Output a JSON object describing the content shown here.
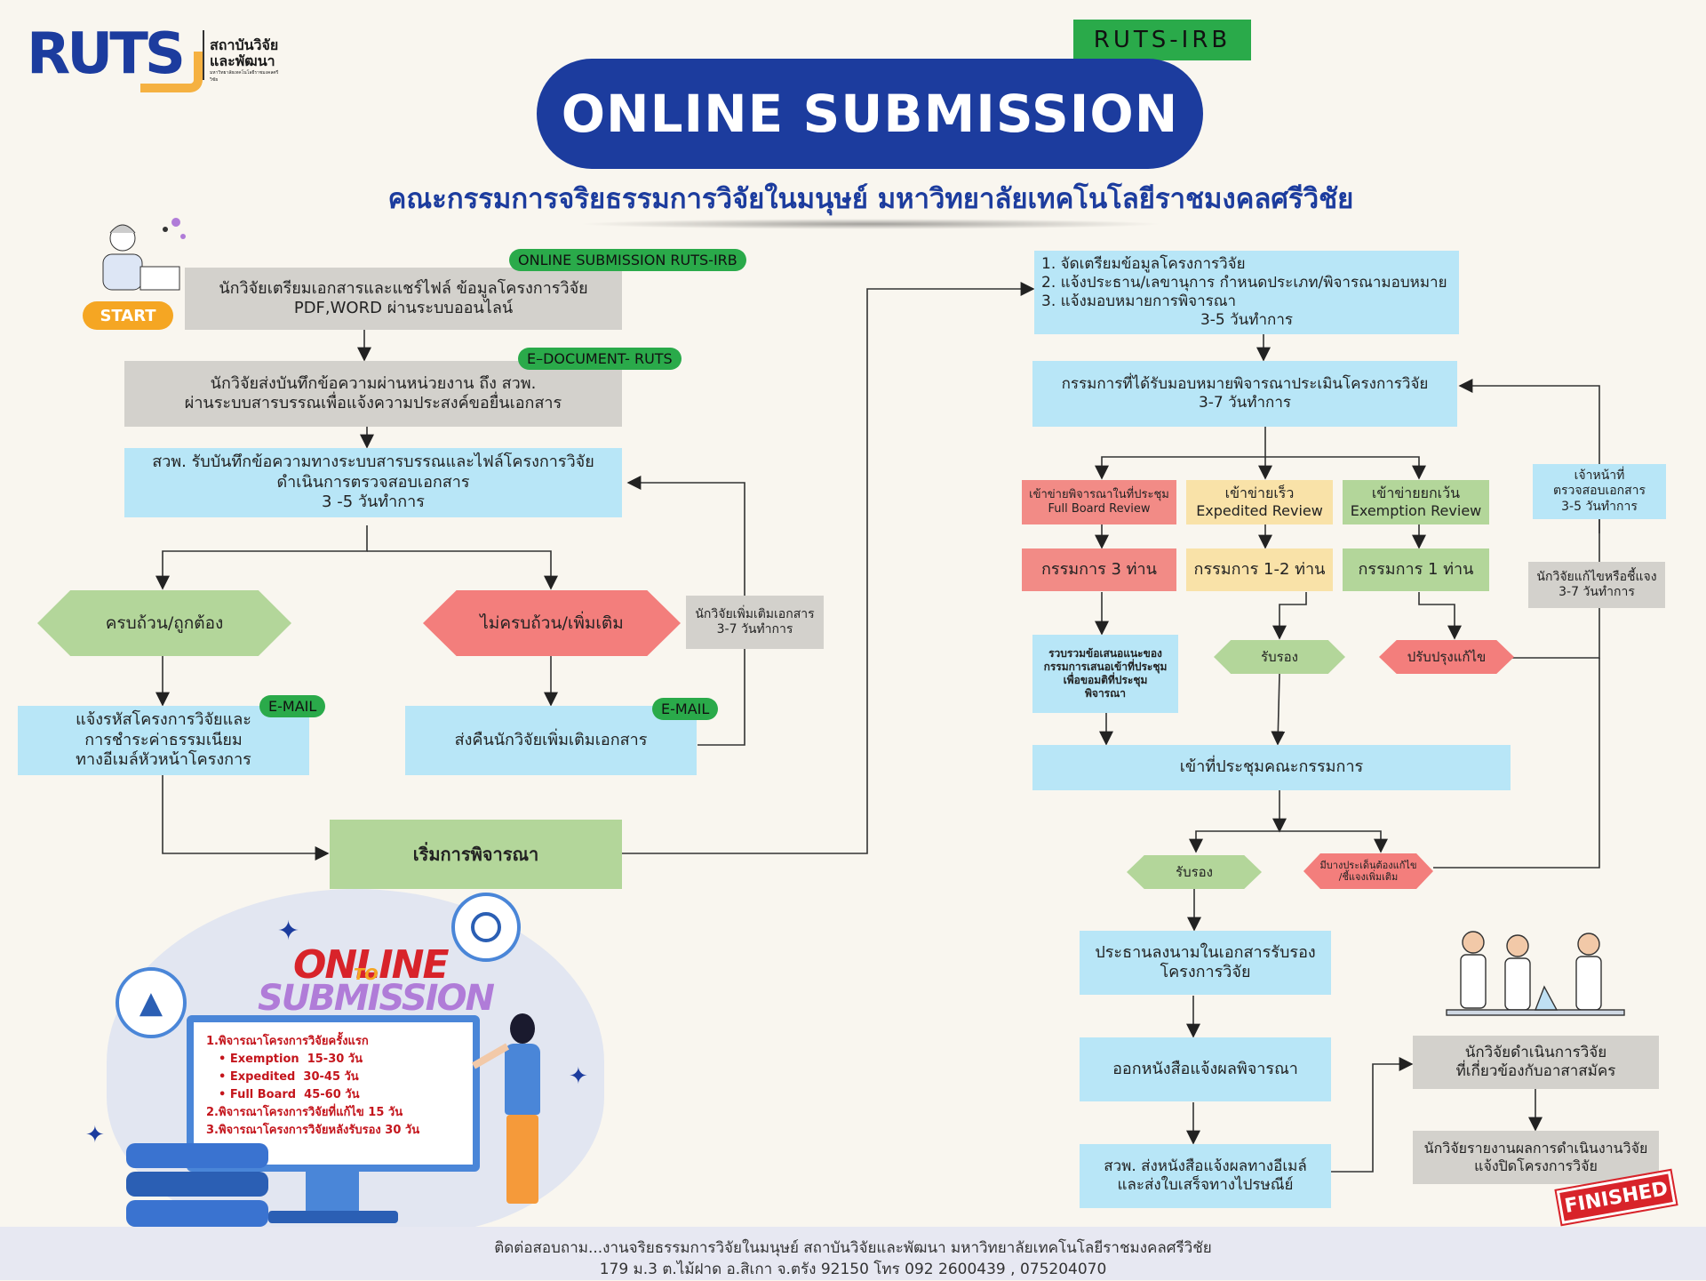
{
  "header": {
    "logo_text": "RUTS",
    "logo_org_line1": "สถาบันวิจัย",
    "logo_org_line2": "และพัฒนา",
    "logo_org_line3": "มหาวิทยาลัยเทคโนโลยีราชมงคลศรีวิชัย",
    "badge": "RUTS-IRB",
    "title": "ONLINE SUBMISSION",
    "subtitle": "คณะกรรมการจริยธรรมการวิจัยในมนุษย์  มหาวิทยาลัยเทคโนโลยีราชมงคลศรีวิชัย"
  },
  "left": {
    "start_label": "START",
    "step1_tag": "ONLINE SUBMISSION RUTS-IRB",
    "step1_line1": "นักวิจัยเตรียมเอกสารและแชร์ไฟล์ ข้อมูลโครงการวิจัย",
    "step1_line2": "PDF,WORD ผ่านระบบออนไลน์",
    "step2_tag": "E–DOCUMENT- RUTS",
    "step2_line1": "นักวิจัยส่งบันทึกข้อความผ่านหน่วยงาน ถึง สวพ.",
    "step2_line2": "ผ่านระบบสารบรรณเพื่อแจ้งความประสงค์ขอยื่นเอกสาร",
    "step3_line1": "สวพ. รับบันทึกข้อความทางระบบสารบรรณและไฟล์โครงการวิจัย",
    "step3_line2": "ดำเนินการตรวจสอบเอกสาร",
    "step3_line3": "3 -5 วันทำการ",
    "complete": "ครบถ้วน/ถูกต้อง",
    "incomplete": "ไม่ครบถ้วน/เพิ่มเติม",
    "resubmit_line1": "นักวิจัยเพิ่มเติมเอกสาร",
    "resubmit_line2": "3-7 วันทำการ",
    "email_tag": "E-MAIL",
    "notify_line1": "แจ้งรหัสโครงการวิจัยและ",
    "notify_line2": "การชำระค่าธรรมเนียม",
    "notify_line3": "ทางอีเมล์หัวหน้าโครงการ",
    "return_docs": "ส่งคืนนักวิจัยเพิ่มเติมเอกสาร",
    "start_review": "เริ่มการพิจารณา"
  },
  "illustration": {
    "online": "ONLINE",
    "to": "TO",
    "submission": "SUBMISSION",
    "list1": "1.พิจารณาโครงการวิจัยครั้งแรก",
    "list1a_name": "Exemption",
    "list1a_days": "15-30 วัน",
    "list1b_name": "Expedited",
    "list1b_days": "30-45 วัน",
    "list1c_name": "Full Board",
    "list1c_days": "45-60 วัน",
    "list2": "2.พิจารณาโครงการวิจัยที่แก้ไข 15 วัน",
    "list3": "3.พิจารณาโครงการวิจัยหลังรับรอง 30 วัน"
  },
  "right": {
    "prep_line1": "1.  จัดเตรียมข้อมูลโครงการวิจัย",
    "prep_line2": "2.  แจ้งประธาน/เลขานุการ กำหนดประเภท/พิจารณามอบหมาย",
    "prep_line3": "3.  แจ้งมอบหมายการพิจารณา",
    "prep_days": "3-5 วันทำการ",
    "assigned_line1": "กรรมการที่ได้รับมอบหมายพิจารณาประเมินโครงการวิจัย",
    "assigned_line2": "3-7 วันทำการ",
    "full_th": "เข้าข่ายพิจารณาในที่ประชุม",
    "full_en": "Full Board Review",
    "exp_th": "เข้าข่ายเร็ว",
    "exp_en": "Expedited Review",
    "exm_th": "เข้าข่ายยกเว้น",
    "exm_en": "Exemption Review",
    "full_count": "กรรมการ 3 ท่าน",
    "exp_count": "กรรมการ 1-2 ท่าน",
    "exm_count": "กรรมการ 1 ท่าน",
    "staff_line1": "เจ้าหน้าที่",
    "staff_line2": "ตรวจสอบเอกสาร",
    "staff_line3": "3-5 วันทำการ",
    "fix_line1": "นักวิจัยแก้ไขหรือชี้แจง",
    "fix_line2": "3-7 วันทำการ",
    "collect_line1": "รวบรวมข้อเสนอแนะของ",
    "collect_line2": "กรรมการเสนอเข้าที่ประชุม",
    "collect_line3": "เพื่อขอมติที่ประชุม",
    "collect_line4": "พิจารณา",
    "approve": "รับรอง",
    "revise": "ปรับปรุงแก้ไข",
    "meeting": "เข้าที่ประชุมคณะกรรมการ",
    "approve2": "รับรอง",
    "issue_line1": "มีบางประเด็นต้องแก้ไข",
    "issue_line2": "/ชี้แจงเพิ่มเติม",
    "chair_line1": "ประธานลงนามในเอกสารรับรอง",
    "chair_line2": "โครงการวิจัย",
    "letter": "ออกหนังสือแจ้งผลพิจารณา",
    "send_line1": "สวพ. ส่งหนังสือแจ้งผลทางอีเมล์",
    "send_line2": "และส่งใบเสร็จทางไปรษณีย์",
    "conduct_line1": "นักวิจัยดำเนินการวิจัย",
    "conduct_line2": "ที่เกี่ยวข้องกับอาสาสมัคร",
    "report_line1": "นักวิจัยรายงานผลการดำเนินงานวิจัย",
    "report_line2": "แจ้งปิดโครงการวิจัย",
    "finished": "FINISHED"
  },
  "footer": {
    "line1": "ติดต่อสอบถาม...งานจริยธรรมการวิจัยในมนุษย์ สถาบันวิจัยและพัฒนา มหาวิทยาลัยเทคโนโลยีราชมงคลศรีวิชัย",
    "line2": "179 ม.3 ต.ไม้ฝาด อ.สิเกา จ.ตรัง 92150 โทร 092 2600439 , 075204070"
  },
  "colors": {
    "navy": "#1c3c9e",
    "tag_green": "#2aaa4a",
    "orange": "#f5a623"
  }
}
